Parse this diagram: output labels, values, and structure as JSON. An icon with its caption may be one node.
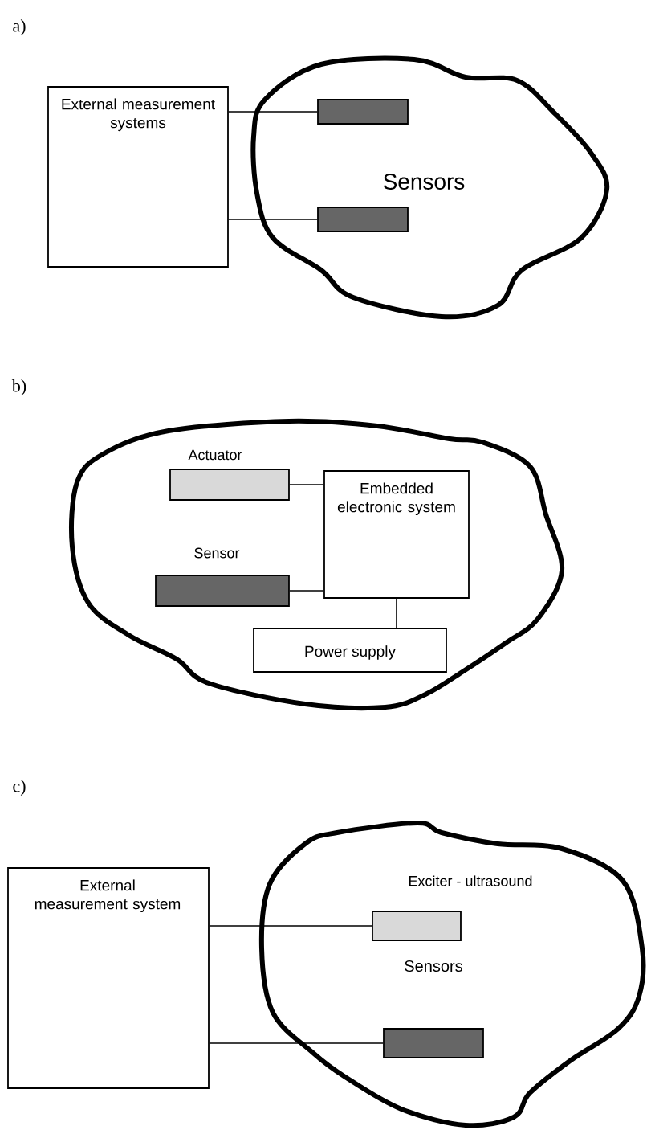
{
  "diagram": {
    "nodes": [
      {
        "text": [
          "External measurement systems"
        ]
      },
      {
        "text": [
          "Sensors"
        ]
      },
      {
        "text": [],
        "shape": "bar",
        "in": 1
      },
      {
        "text": [],
        "shape": "bar",
        "in": 1
      },
      {
        "text": [],
        "shape": "cloud"
      },
      {
        "text": [
          "Actuator"
        ],
        "in": 4
      },
      {
        "text": [
          "Embedded electronic system"
        ],
        "in": 4
      },
      {
        "text": [
          "Sensor"
        ],
        "in": 4
      },
      {
        "text": [
          "Power supply"
        ],
        "in": 4
      },
      {
        "text": [
          "External measurement system"
        ]
      },
      {
        "text": [
          "Sensors"
        ]
      },
      {
        "text": [
          "Exciter - ultrasound"
        ],
        "in": 10
      },
      {
        "text": [],
        "shape": "bar",
        "in": 10
      }
    ],
    "edges": [
      {
        "from": 0,
        "to": 2,
        "arrow": "none"
      },
      {
        "from": 0,
        "to": 3,
        "arrow": "none"
      },
      {
        "from": 5,
        "to": 6,
        "arrow": "none"
      },
      {
        "from": 7,
        "to": 6,
        "arrow": "none"
      },
      {
        "from": 6,
        "to": 8,
        "arrow": "none"
      },
      {
        "from": 9,
        "to": 11,
        "arrow": "none"
      },
      {
        "from": 9,
        "to": 12,
        "arrow": "none"
      }
    ],
    "labels": [
      "a)",
      "b)",
      "c)"
    ]
  }
}
